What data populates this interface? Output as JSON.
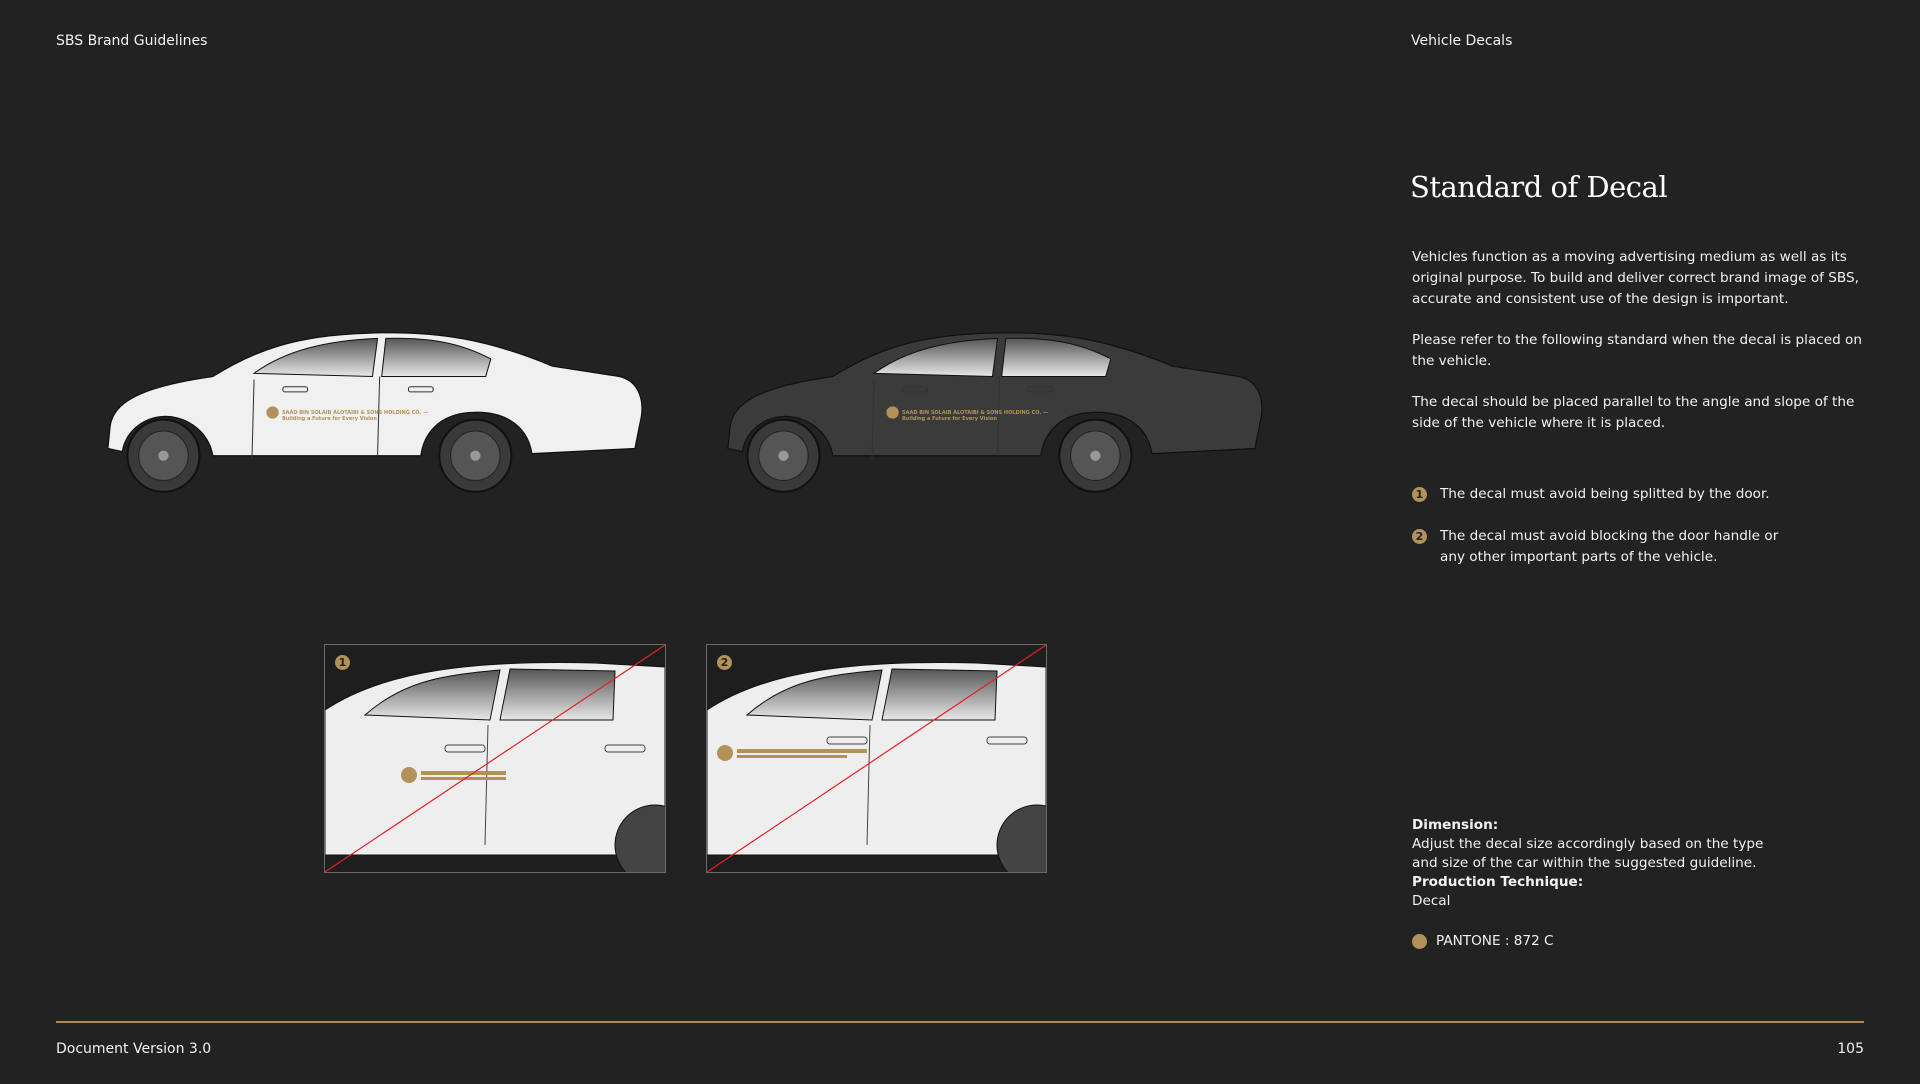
{
  "header": {
    "left": "SBS Brand Guidelines",
    "right": "Vehicle Decals"
  },
  "title": "Standard of Decal",
  "paragraphs": [
    "Vehicles function as a moving advertising medium as well as its original purpose.  To build and deliver correct brand image of SBS, accurate and consistent use of the design is important.",
    "Please refer to the following standard when the decal is placed on the vehicle.",
    "The decal should be placed parallel to the angle and slope of the side of the vehicle where it is placed."
  ],
  "rules": [
    {
      "num": "1",
      "text": "The decal must avoid being splitted by the door."
    },
    {
      "num": "2",
      "text": "The decal must avoid blocking the door handle or any other important parts of the vehicle."
    }
  ],
  "specs": {
    "dimension_label": "Dimension:",
    "dimension_text": "Adjust the decal size accordingly based on the type and size of the car within the suggested guideline.",
    "technique_label": "Production Technique:",
    "technique_text": "Decal",
    "pantone": "PANTONE :  872 C"
  },
  "decal_logo_text": "SAAD BIN SOLAIB ALOTAIBI & SONS HOLDING CO. — Building a Future for Every Vision",
  "colors": {
    "background": "#222222",
    "accent_gold": "#b3925a",
    "wrong_line": "#e0202a"
  },
  "footer": {
    "version": "Document Version 3.0",
    "page": "105"
  }
}
